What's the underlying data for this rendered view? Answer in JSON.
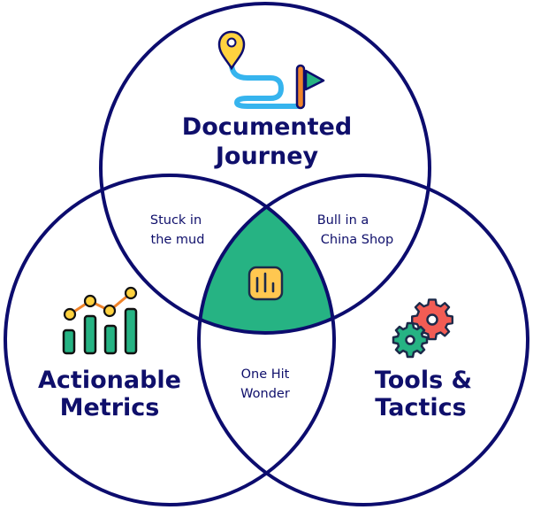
{
  "diagram": {
    "type": "venn",
    "colors": {
      "outline": "#0c0c6e",
      "center_fill": "#26b383",
      "icon_yellow": "#ffc750",
      "icon_blue": "#36b4ee",
      "icon_orange": "#f0842a",
      "icon_green": "#26b383",
      "icon_red": "#f25c54"
    },
    "sets": [
      {
        "id": "top",
        "title_lines": [
          "Documented",
          "Journey"
        ],
        "icon": "route-map-icon"
      },
      {
        "id": "left",
        "title_lines": [
          "Actionable",
          "Metrics"
        ],
        "icon": "bar-line-chart-icon"
      },
      {
        "id": "right",
        "title_lines": [
          "Tools &",
          "Tactics"
        ],
        "icon": "gears-icon"
      }
    ],
    "intersections": [
      {
        "between": [
          "top",
          "left"
        ],
        "lines": [
          "Stuck in",
          "the mud"
        ]
      },
      {
        "between": [
          "top",
          "right"
        ],
        "lines": [
          "Bull in a",
          "China Shop"
        ]
      },
      {
        "between": [
          "left",
          "right"
        ],
        "lines": [
          "One Hit",
          "Wonder"
        ]
      },
      {
        "between": [
          "top",
          "left",
          "right"
        ],
        "icon": "bar-chart-app-icon"
      }
    ]
  }
}
